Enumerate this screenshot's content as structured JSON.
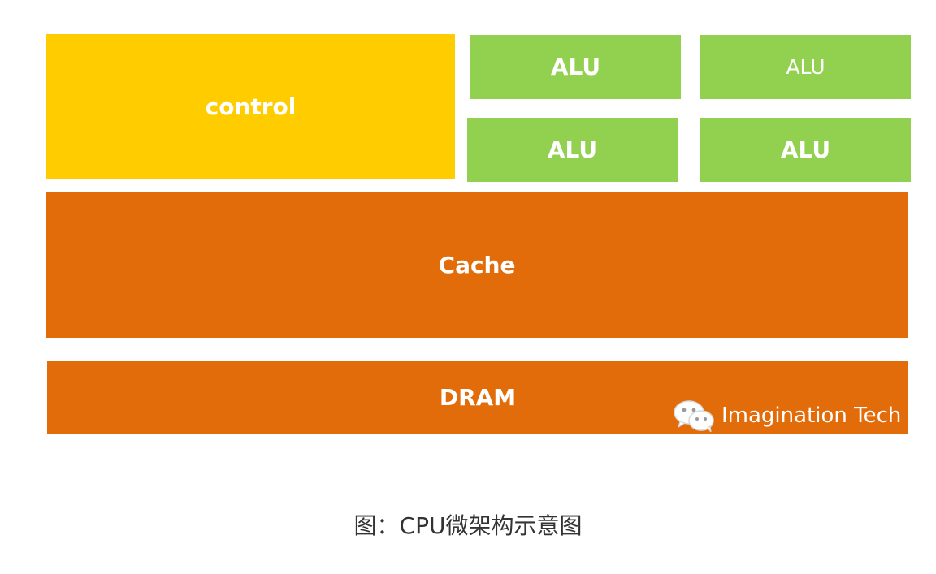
{
  "diagram": {
    "control": {
      "label": "control"
    },
    "alus": [
      {
        "label": "ALU"
      },
      {
        "label": "ALU"
      },
      {
        "label": "ALU"
      },
      {
        "label": "ALU"
      }
    ],
    "cache": {
      "label": "Cache"
    },
    "dram": {
      "label": "DRAM"
    }
  },
  "watermark": {
    "text": "Imagination Tech",
    "icon": "wechat-icon"
  },
  "caption": "图：CPU微架构示意图",
  "colors": {
    "control": "#ffcc00",
    "alu": "#92d050",
    "memory": "#e36c0a",
    "label": "#ffffff",
    "caption": "#333333"
  }
}
